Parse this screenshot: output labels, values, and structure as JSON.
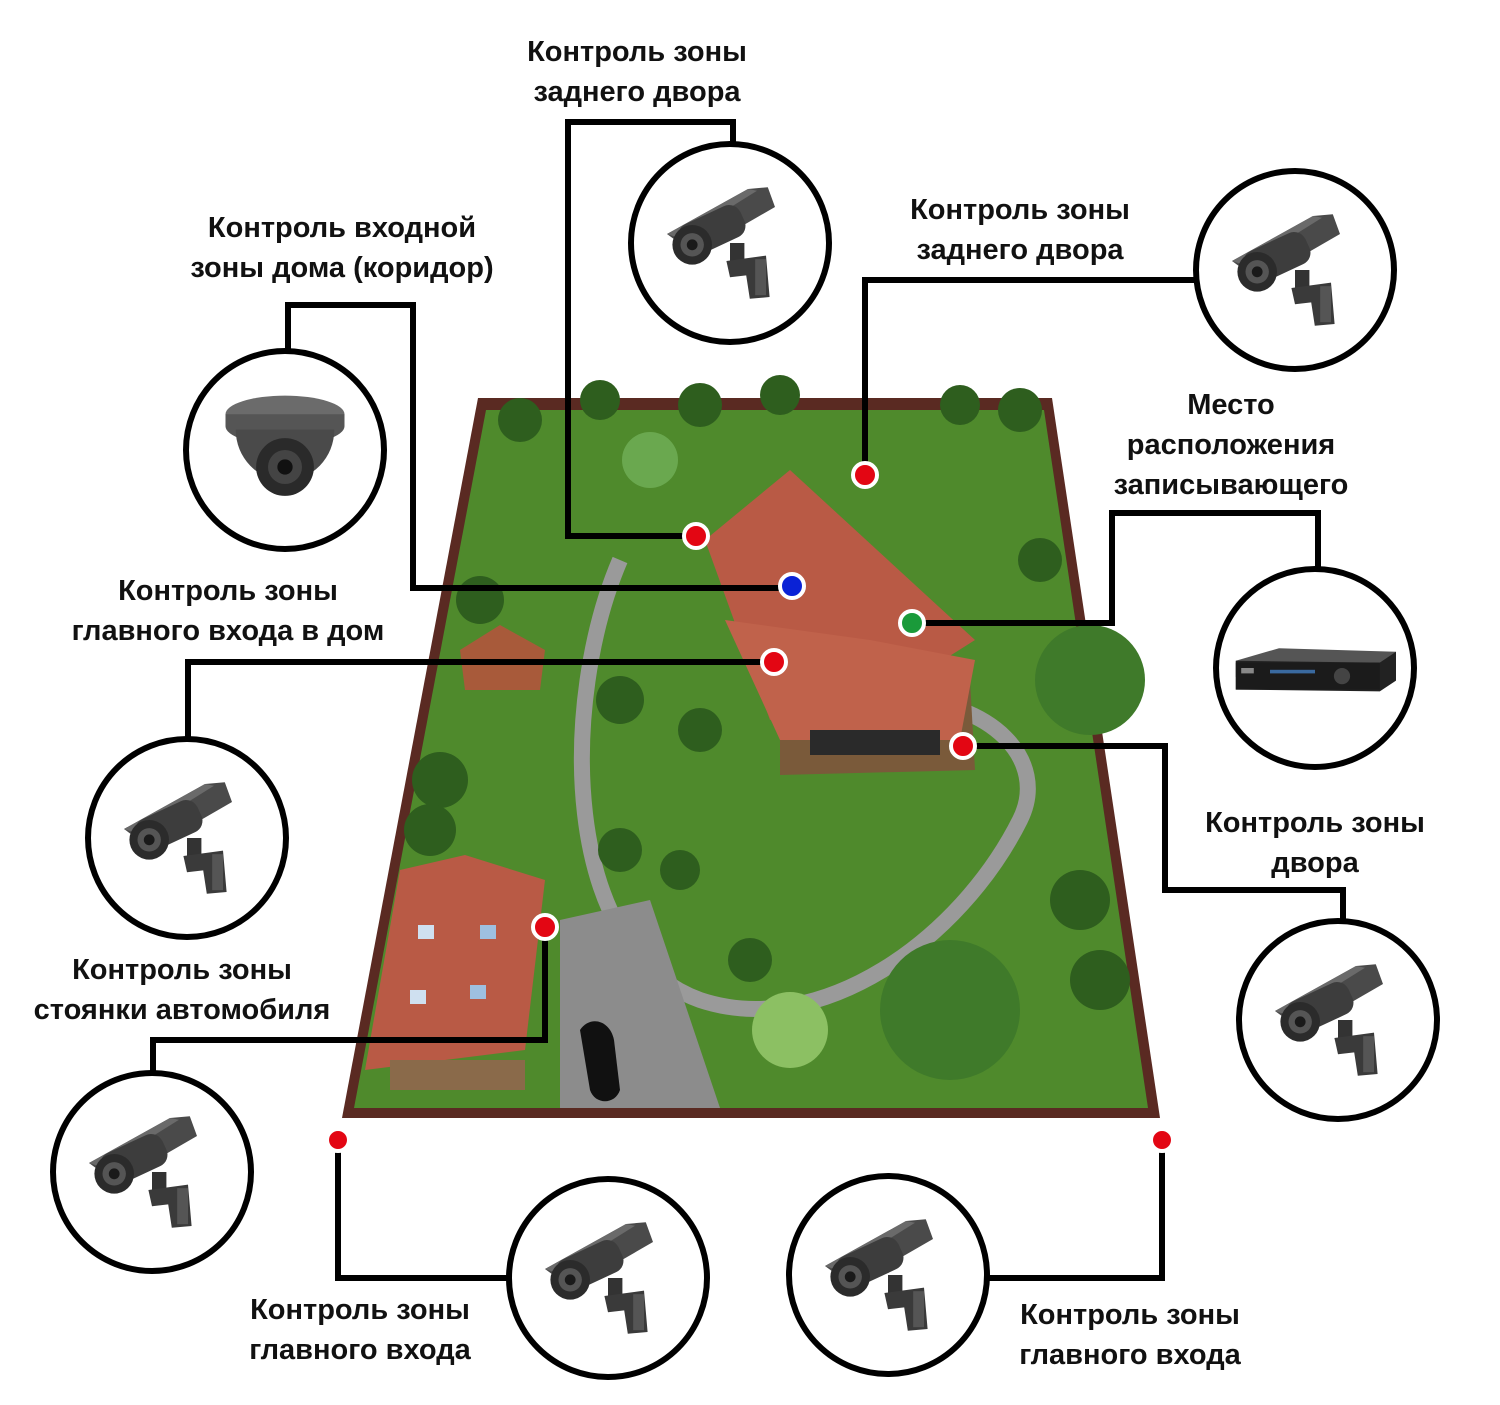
{
  "colors": {
    "line": "#000000",
    "camera_dot": "#e30613",
    "dome_dot": "#0a22d6",
    "recorder_dot": "#1a9a3a",
    "lawn": "#4f8a2c",
    "fence": "#5a2a22",
    "roof": "#b95a45"
  },
  "labels": [
    {
      "id": "backyard-top",
      "lines": [
        "Контроль зоны",
        "заднего двора"
      ],
      "icon": "bullet-camera-icon"
    },
    {
      "id": "backyard-right",
      "lines": [
        "Контроль зоны",
        "заднего двора"
      ],
      "icon": "bullet-camera-icon"
    },
    {
      "id": "corridor",
      "lines": [
        "Контроль входной",
        "зоны дома (коридор)"
      ],
      "icon": "dome-camera-icon"
    },
    {
      "id": "recorder",
      "lines": [
        "Место",
        "расположения",
        "записывающего"
      ],
      "icon": "dvr-recorder-icon"
    },
    {
      "id": "house-entrance",
      "lines": [
        "Контроль зоны",
        "главного входа в дом"
      ],
      "icon": "bullet-camera-icon"
    },
    {
      "id": "yard",
      "lines": [
        "Контроль зоны",
        "двора"
      ],
      "icon": "bullet-camera-icon"
    },
    {
      "id": "parking",
      "lines": [
        "Контроль зоны",
        "стоянки автомобиля"
      ],
      "icon": "bullet-camera-icon"
    },
    {
      "id": "main-gate-left",
      "lines": [
        "Контроль зоны",
        "главного входа"
      ],
      "icon": "bullet-camera-icon"
    },
    {
      "id": "main-gate-right",
      "lines": [
        "Контроль зоны",
        "главного входа"
      ],
      "icon": "bullet-camera-icon"
    }
  ]
}
